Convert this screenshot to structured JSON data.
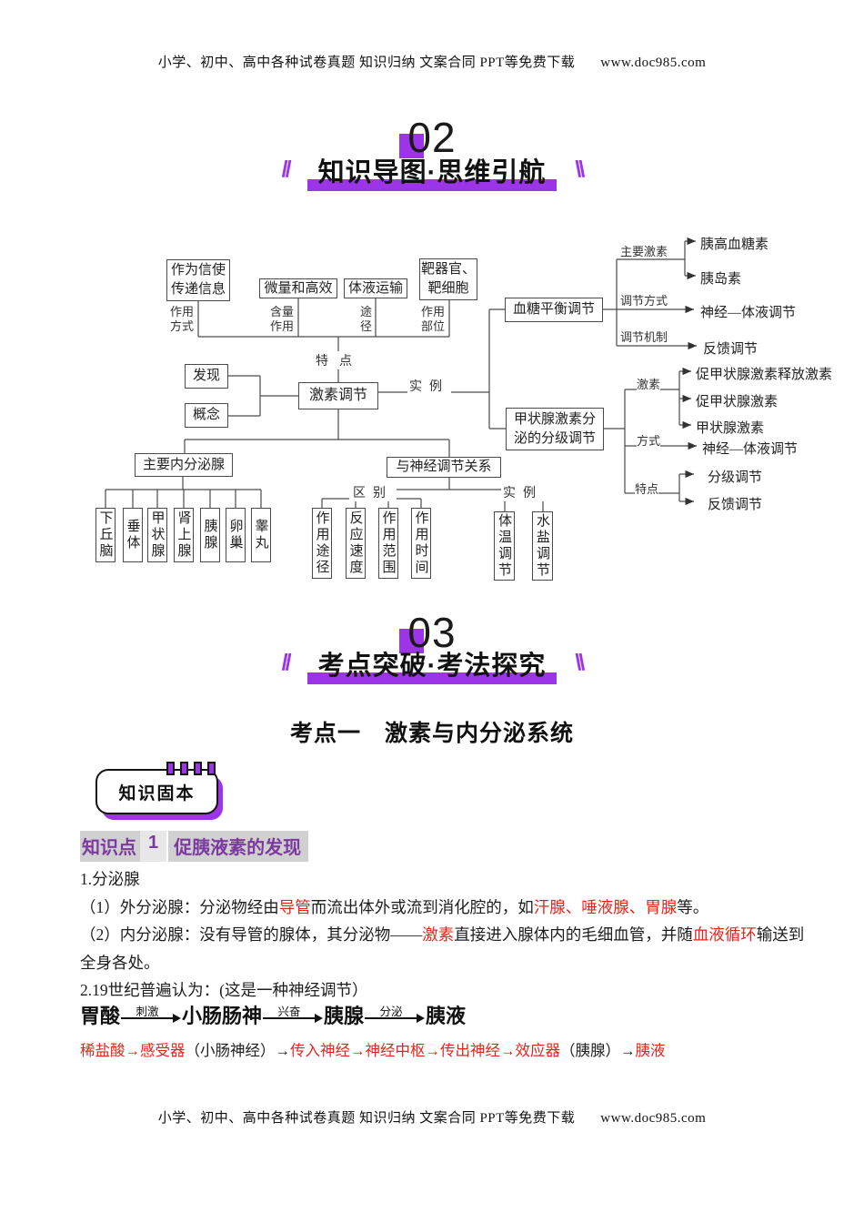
{
  "colors": {
    "accent_purple": "#9C35E8",
    "kp_purple": "#7C3AA0",
    "highlight_gray": "#D0D0D0",
    "red": "#E2261C",
    "line_gray": "#4A4A4A"
  },
  "header": {
    "text": "小学、初中、高中各种试卷真题 知识归纳 文案合同 PPT等免费下载",
    "url": "www.doc985.com"
  },
  "footer": {
    "text": "小学、初中、高中各种试卷真题 知识归纳 文案合同 PPT等免费下载",
    "url": "www.doc985.com"
  },
  "section02": {
    "number": "02",
    "title": "知识导图·思维引航",
    "slash_left": "//",
    "slash_right": "\\\\"
  },
  "section03": {
    "number": "03",
    "title": "考点突破·考法探究",
    "slash_left": "//",
    "slash_right": "\\\\"
  },
  "mindmap": {
    "root": "激素调节",
    "left": {
      "faxian": "发现",
      "gainian": "概念"
    },
    "features": {
      "label": "特点",
      "box1": "作为信使\n传递信息",
      "box2": "微量和高效",
      "box3": "体液运输",
      "box4": "靶器官、\n靶细胞",
      "lbl1": "作用\n方式",
      "lbl2": "含量\n作用",
      "lbl3": "途\n径",
      "lbl4": "作用\n部位"
    },
    "shili_label": "实例",
    "xuetang": {
      "box": "血糖平衡调节",
      "b1_label": "主要激素",
      "b1_item1": "胰高血糖素",
      "b1_item2": "胰岛素",
      "b2_label": "调节方式",
      "b2_item": "神经—体液调节",
      "b3_label": "调节机制",
      "b3_item": "反馈调节"
    },
    "jiazhuangxian": {
      "box": "甲状腺激素分\n泌的分级调节",
      "j1_label": "激素",
      "j1_item1": "促甲状腺激素释放激素",
      "j1_item2": "促甲状腺激素",
      "j1_item3": "甲状腺激素",
      "j2_label": "方式",
      "j2_item": "神经—体液调节",
      "j3_label": "特点",
      "j3_item1": "分级调节",
      "j3_item2": "反馈调节"
    },
    "neifenmi": {
      "box": "主要内分泌腺",
      "glands": [
        "下丘脑",
        "垂体",
        "甲状腺",
        "肾上腺",
        "胰腺",
        "卵巢",
        "睾丸"
      ]
    },
    "shenjing": {
      "box": "与神经调节关系",
      "qubie_label": "区别",
      "qubie_items": [
        "作用途径",
        "反应速度",
        "作用范围",
        "作用时间"
      ],
      "shili_label": "实例",
      "shili_items": [
        "体温调节",
        "水盐调节"
      ]
    }
  },
  "kaodian_title": "考点一　激素与内分泌系统",
  "badge_label": "知识固本",
  "knowledge_point": {
    "tag": "知识点",
    "num": "1",
    "title": "促胰液素的发现"
  },
  "content": {
    "l1": "1.分泌腺",
    "l2": {
      "s0": "（1）外分泌腺：分泌物经由",
      "s1": "导管",
      "s2": "而流出体外或流到消化腔的，如",
      "s3": "汗腺、唾液腺、胃腺",
      "s4": "等。"
    },
    "l3": {
      "s0": "（2）内分泌腺：没有导管的腺体，其分泌物——",
      "s1": "激素",
      "s2": "直接进入腺体内的毛细血管，并随",
      "s3": "血液循环",
      "s4": "输送到"
    },
    "l4": "全身各处。",
    "l5": "2.19世纪普遍认为：(这是一种神经调节）"
  },
  "flow": {
    "step1": "胃酸",
    "arrow1": "刺激",
    "step2": "小肠肠神",
    "arrow2": "兴奋",
    "step3": "胰腺",
    "arrow3": "分泌",
    "step4": "胰液"
  },
  "redflow": {
    "s0": "稀盐酸→感受器",
    "s1": "（小肠神经）→",
    "s2": "传入神经→神经中枢→传出神经→效应器",
    "s3": "（胰腺）→",
    "s4": "胰液"
  }
}
